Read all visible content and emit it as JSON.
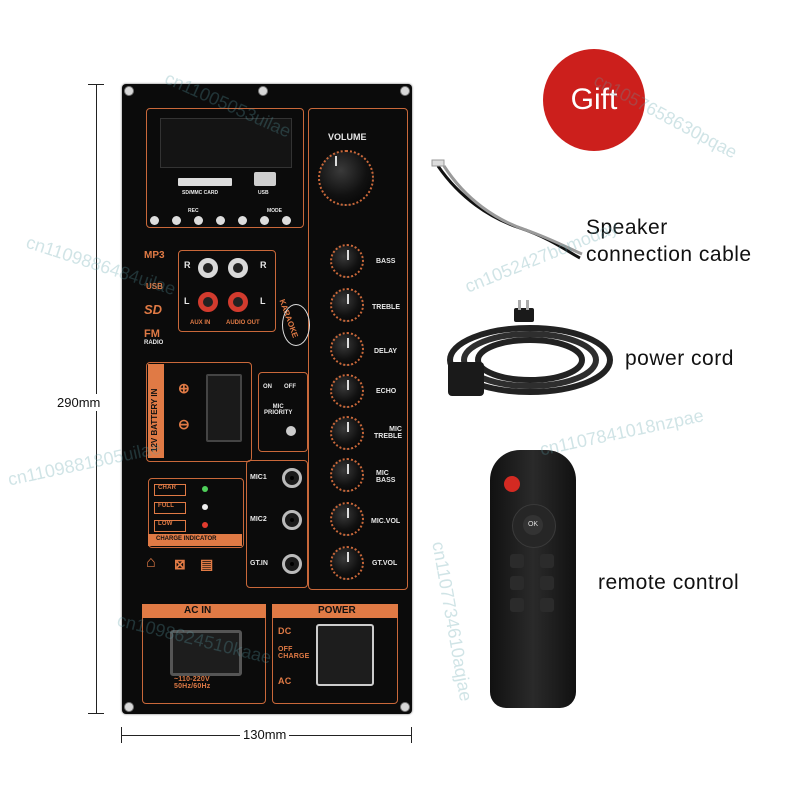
{
  "gift_badge": "Gift",
  "dimensions": {
    "height": "290mm",
    "width": "130mm"
  },
  "accessories": [
    {
      "label": "Speaker\nconnection cable"
    },
    {
      "label": "power cord"
    },
    {
      "label": "remote control"
    }
  ],
  "panel": {
    "volume": "VOLUME",
    "knobs": [
      "BASS",
      "TREBLE",
      "DELAY",
      "ECHO",
      "MIC\nTREBLE",
      "MIC\nBASS",
      "MIC.VOL",
      "GT.VOL"
    ],
    "usb": "USB",
    "card": "SD/MMC CARD",
    "transport": [
      "REC",
      "MODE"
    ],
    "aux_in": "AUX IN",
    "audio_out": "AUDIO OUT",
    "rl": [
      "R",
      "R",
      "L",
      "L"
    ],
    "karaoke": "KARAOKE",
    "fm": "FM",
    "radio": "RADIO",
    "sd": "SD",
    "battery": "12V BATTERY IN",
    "mic_priority": {
      "on": "ON",
      "off": "OFF",
      "label": "MIC\nPRIORITY"
    },
    "mics": [
      "MIC1",
      "MIC2",
      "GT.IN"
    ],
    "charge": {
      "rows": [
        "CHAR",
        "FULL",
        "LOW"
      ],
      "title": "CHARGE INDICATOR"
    },
    "ac_in": "AC IN",
    "voltage": "~110-220V\n50Hz/60Hz",
    "power": "POWER",
    "switch": {
      "dc": "DC",
      "off": "OFF\nCHARGE",
      "ac": "AC"
    }
  },
  "watermarks": [
    "cn1109881805uilae",
    "cn11005053uilae",
    "cn1109886484uilae",
    "cn1052427bomoday",
    "cn1107841018nzpae",
    "cn1107734610aqjae",
    "cn1057658630pqae",
    "cn1098624510kaae"
  ]
}
